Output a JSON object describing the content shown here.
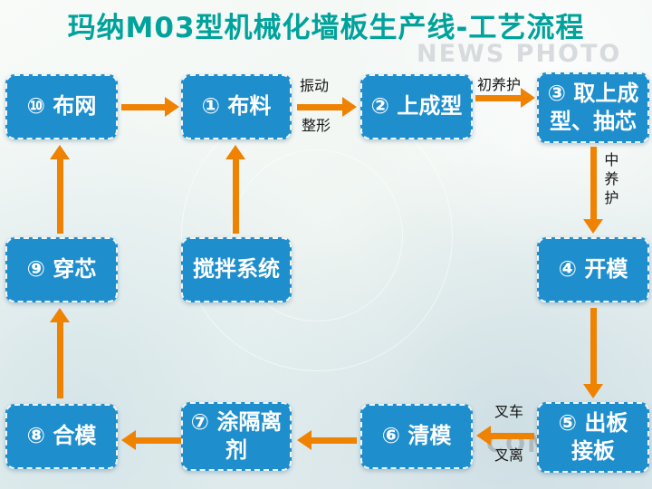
{
  "title": "玛纳M03型机械化墙板生产线-工艺流程",
  "watermark_top": "NEWS PHOTO",
  "watermark_bottom": "MANA COMPANY",
  "nodes": {
    "step10": "⑩ 布网",
    "step1": "① 布料",
    "step2": "② 上成型",
    "step3": "③ 取上成\n型、抽芯",
    "step9": "⑨ 穿芯",
    "mixer": "搅拌系统",
    "step4": "④ 开模",
    "step8": "⑧ 合模",
    "step7": "⑦ 涂隔离\n剂",
    "step6": "⑥ 清模",
    "step5": "⑤ 出板\n接板"
  },
  "edge_labels": {
    "vibration_top": "振动",
    "vibration_bottom": "整形",
    "initial_curing": "初养护",
    "mid_curing": "中养护",
    "forklift_top": "叉车",
    "forklift_bottom": "叉离"
  },
  "colors": {
    "box": "#1e8ecd",
    "arrow": "#ef8200",
    "title": "#00a29b"
  }
}
